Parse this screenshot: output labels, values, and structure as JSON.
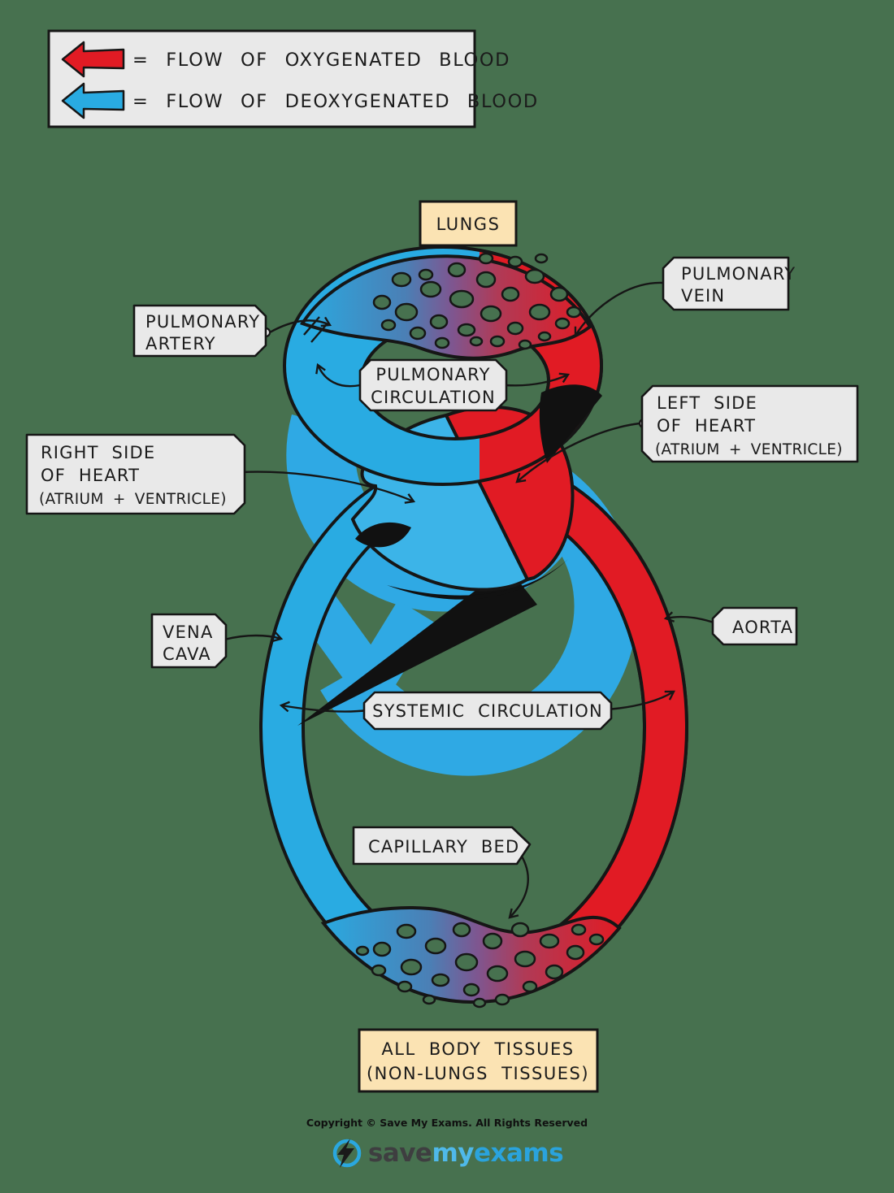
{
  "colors": {
    "background": "#47714F",
    "oxygenated_red": "#E11B24",
    "deoxygenated_blue": "#29ABE2",
    "swoosh_blue": "#2FA9E4",
    "label_bg": "#E9E9E9",
    "node_bg": "#FBE3B3",
    "outline": "#161616"
  },
  "legend": {
    "items": [
      {
        "icon": "red-left-arrow",
        "color": "#E11B24",
        "label": "= FLOW OF OXYGENATED BLOOD"
      },
      {
        "icon": "blue-left-arrow",
        "color": "#29ABE2",
        "label": "= FLOW OF DEOXYGENATED BLOOD"
      }
    ]
  },
  "nodes": {
    "lungs": "LUNGS",
    "body_tissues": {
      "line1": "ALL BODY TISSUES",
      "line2": "(NON-LUNGS TISSUES)"
    }
  },
  "tags": {
    "pulmonary_artery": {
      "line1": "PULMONARY",
      "line2": "ARTERY"
    },
    "pulmonary_vein": {
      "line1": "PULMONARY",
      "line2": "VEIN"
    },
    "pulmonary_circulation": {
      "line1": "PULMONARY",
      "line2": "CIRCULATION"
    },
    "left_side_of_heart": {
      "line1": "LEFT SIDE",
      "line2": "OF HEART",
      "line3": "(ATRIUM + VENTRICLE)"
    },
    "right_side_of_heart": {
      "line1": "RIGHT SIDE",
      "line2": "OF HEART",
      "line3": "(ATRIUM + VENTRICLE)"
    },
    "vena_cava": {
      "line1": "VENA",
      "line2": "CAVA"
    },
    "aorta": {
      "line1": "AORTA"
    },
    "systemic_circulation": {
      "line1": "SYSTEMIC CIRCULATION"
    },
    "capillary_bed": {
      "line1": "CAPILLARY BED"
    }
  },
  "footer": {
    "copyright": "Copyright © Save My Exams. All Rights Reserved",
    "logo": {
      "part1": "save",
      "part2": "my",
      "part3": "exams"
    }
  }
}
